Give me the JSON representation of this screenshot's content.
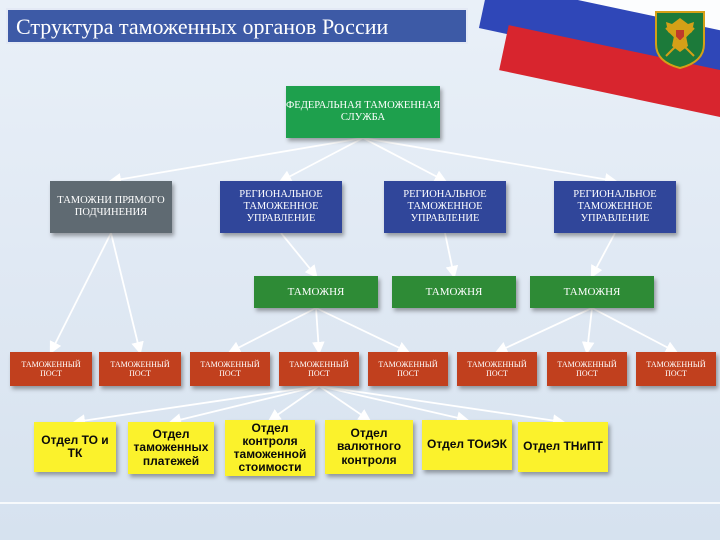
{
  "title": "Структура таможенных органов России",
  "colors": {
    "title_bg": "#3d5aa6",
    "fts": "#1ea04d",
    "direct": "#5f6a72",
    "rtu": "#30469a",
    "customs": "#2e8b36",
    "post": "#c1401e",
    "dept": "#fbf22c",
    "arrow": "#ffffff"
  },
  "emblem": {
    "icon": "double-headed-eagle-emblem",
    "colors": [
      "#1c7a3a",
      "#d4a017",
      "#c0392b"
    ]
  },
  "fts": "ФЕДЕРАЛЬНАЯ ТАМОЖЕННАЯ СЛУЖБА",
  "level2": [
    "ТАМОЖНИ ПРЯМОГО ПОДЧИНЕНИЯ",
    "РЕГИОНАЛЬНОЕ ТАМОЖЕННОЕ УПРАВЛЕНИЕ",
    "РЕГИОНАЛЬНОЕ ТАМОЖЕННОЕ УПРАВЛЕНИЕ",
    "РЕГИОНАЛЬНОЕ ТАМОЖЕННОЕ УПРАВЛЕНИЕ"
  ],
  "customs": [
    "ТАМОЖНЯ",
    "ТАМОЖНЯ",
    "ТАМОЖНЯ"
  ],
  "posts": [
    "ТАМОЖЕННЫЙ ПОСТ",
    "ТАМОЖЕННЫЙ ПОСТ",
    "ТАМОЖЕННЫЙ ПОСТ",
    "ТАМОЖЕННЫЙ ПОСТ",
    "ТАМОЖЕННЫЙ ПОСТ",
    "ТАМОЖЕННЫЙ ПОСТ",
    "ТАМОЖЕННЫЙ ПОСТ",
    "ТАМОЖЕННЫЙ ПОСТ"
  ],
  "departments": [
    "Отдел ТО и ТК",
    "Отдел таможенных платежей",
    "Отдел контроля таможенной стоимости",
    "Отдел валютного контроля",
    "Отдел ТОиЭК",
    "Отдел ТНиПТ"
  ]
}
